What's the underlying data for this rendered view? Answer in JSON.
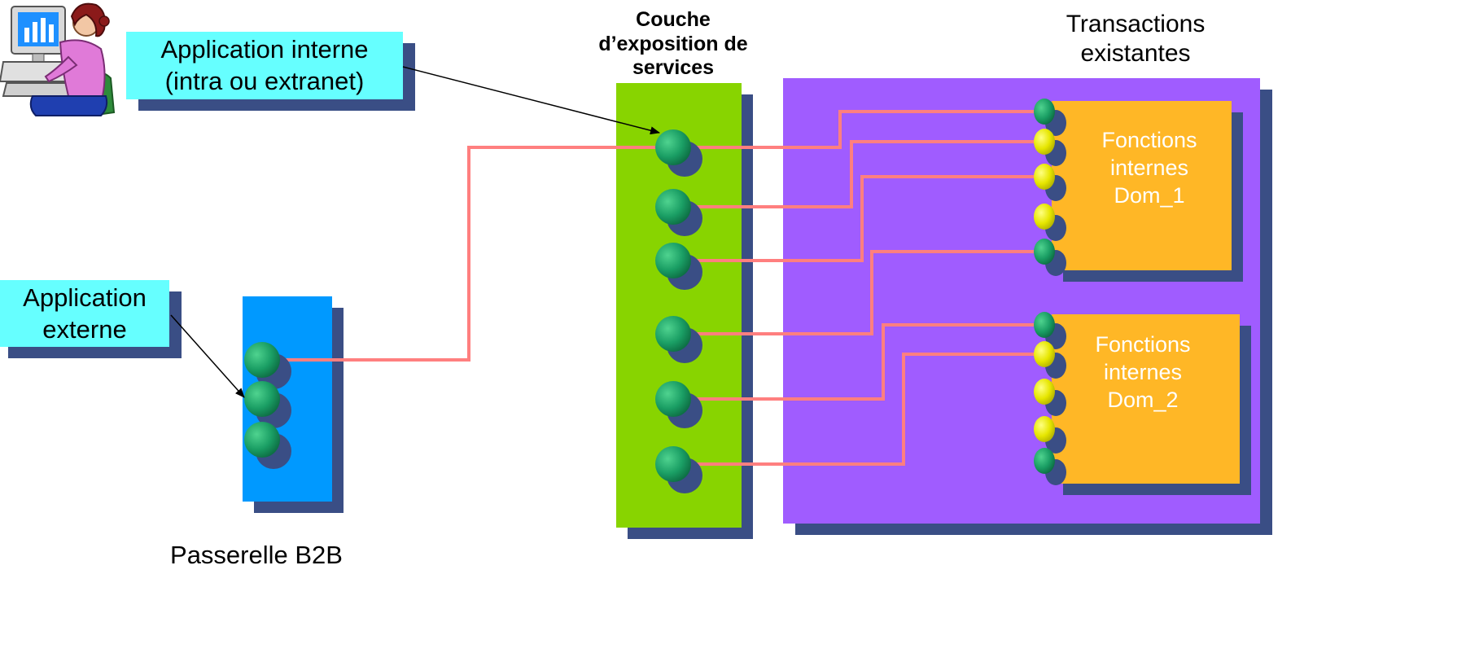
{
  "labels": {
    "app_internal_line1": "Application interne",
    "app_internal_line2": "(intra ou extranet)",
    "app_external_line1": "Application",
    "app_external_line2": "externe",
    "exposure_line1": "Couche",
    "exposure_line2": "d’exposition de",
    "exposure_line3": "services",
    "existing_line1": "Transactions",
    "existing_line2": "existantes",
    "dom1_line1": "Fonctions",
    "dom1_line2": "internes",
    "dom1_line3": "Dom_1",
    "dom2_line1": "Fonctions",
    "dom2_line2": "internes",
    "dom2_line3": "Dom_2",
    "gateway": "Passerelle B2B"
  },
  "icons": {
    "user": "person-at-computer-icon"
  },
  "colors": {
    "cyan_box": "#66ffff",
    "box_shadow": "#3a4e85",
    "gateway": "#0099ff",
    "exposure_layer": "#88d400",
    "transactions": "#a05cff",
    "functions": "#ffb726",
    "connector": "#ff7f7f",
    "green_port": "#1a9e64",
    "yellow_port": "#e6e600"
  }
}
